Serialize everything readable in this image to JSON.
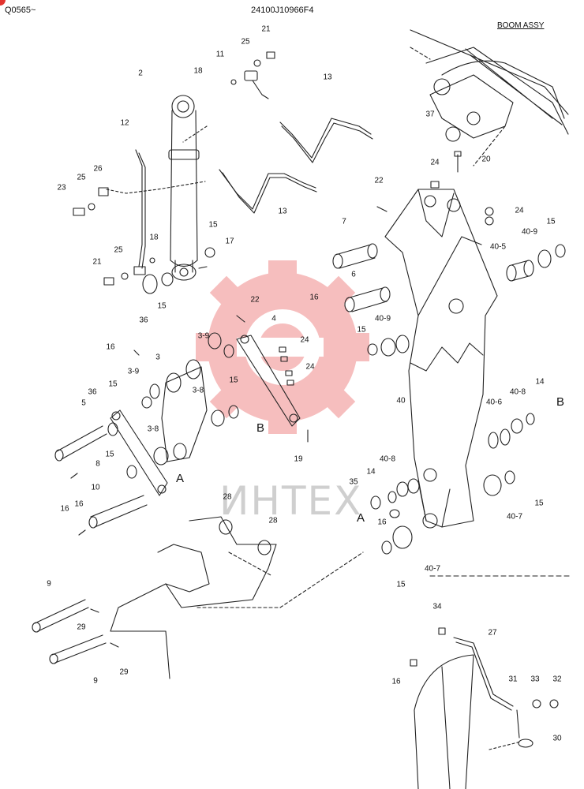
{
  "header": {
    "left_code": "Q0565~",
    "center_code": "24100J10966F4",
    "title": "BOOM ASSY"
  },
  "watermark": {
    "text": "ИНТЕХ",
    "color": "#f2a0a0"
  },
  "callouts": [
    {
      "text": "21"
    },
    {
      "text": "25"
    },
    {
      "text": "11"
    },
    {
      "text": "18"
    },
    {
      "text": "2"
    },
    {
      "text": "13"
    },
    {
      "text": "12"
    },
    {
      "text": "26"
    },
    {
      "text": "25"
    },
    {
      "text": "23"
    },
    {
      "text": "13"
    },
    {
      "text": "37"
    },
    {
      "text": "24"
    },
    {
      "text": "20"
    },
    {
      "text": "22"
    },
    {
      "text": "24"
    },
    {
      "text": "15"
    },
    {
      "text": "7"
    },
    {
      "text": "40-9"
    },
    {
      "text": "40-5"
    },
    {
      "text": "15"
    },
    {
      "text": "17"
    },
    {
      "text": "18"
    },
    {
      "text": "25"
    },
    {
      "text": "21"
    },
    {
      "text": "6"
    },
    {
      "text": "15"
    },
    {
      "text": "36"
    },
    {
      "text": "16"
    },
    {
      "text": "40-9"
    },
    {
      "text": "22"
    },
    {
      "text": "4"
    },
    {
      "text": "15"
    },
    {
      "text": "3-9"
    },
    {
      "text": "24"
    },
    {
      "text": "16"
    },
    {
      "text": "3"
    },
    {
      "text": "24"
    },
    {
      "text": "3-9"
    },
    {
      "text": "15"
    },
    {
      "text": "15"
    },
    {
      "text": "36"
    },
    {
      "text": "3-8"
    },
    {
      "text": "40"
    },
    {
      "text": "14"
    },
    {
      "text": "40-8"
    },
    {
      "text": "40-6"
    },
    {
      "text": "5"
    },
    {
      "text": "3-8"
    },
    {
      "text": "B"
    },
    {
      "text": "B"
    },
    {
      "text": "15"
    },
    {
      "text": "19"
    },
    {
      "text": "8"
    },
    {
      "text": "A"
    },
    {
      "text": "10"
    },
    {
      "text": "40-8"
    },
    {
      "text": "35"
    },
    {
      "text": "14"
    },
    {
      "text": "16"
    },
    {
      "text": "16"
    },
    {
      "text": "28"
    },
    {
      "text": "A"
    },
    {
      "text": "16"
    },
    {
      "text": "15"
    },
    {
      "text": "40-7"
    },
    {
      "text": "28"
    },
    {
      "text": "40-7"
    },
    {
      "text": "9"
    },
    {
      "text": "15"
    },
    {
      "text": "29"
    },
    {
      "text": "34"
    },
    {
      "text": "27"
    },
    {
      "text": "9"
    },
    {
      "text": "29"
    },
    {
      "text": "16"
    },
    {
      "text": "31"
    },
    {
      "text": "33"
    },
    {
      "text": "32"
    },
    {
      "text": "30"
    }
  ]
}
